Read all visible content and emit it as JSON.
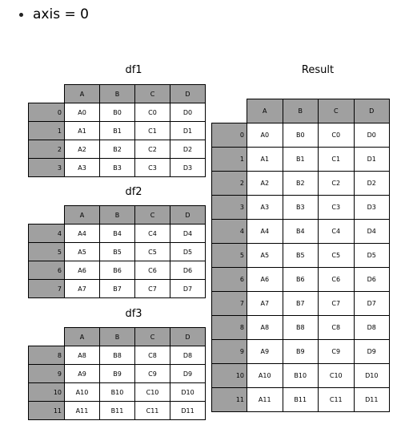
{
  "bullet": {
    "text": "axis = 0"
  },
  "columns": [
    "A",
    "B",
    "C",
    "D"
  ],
  "df1": {
    "title": "df1",
    "rows": [
      {
        "index": "0",
        "values": [
          "A0",
          "B0",
          "C0",
          "D0"
        ]
      },
      {
        "index": "1",
        "values": [
          "A1",
          "B1",
          "C1",
          "D1"
        ]
      },
      {
        "index": "2",
        "values": [
          "A2",
          "B2",
          "C2",
          "D2"
        ]
      },
      {
        "index": "3",
        "values": [
          "A3",
          "B3",
          "C3",
          "D3"
        ]
      }
    ]
  },
  "df2": {
    "title": "df2",
    "rows": [
      {
        "index": "4",
        "values": [
          "A4",
          "B4",
          "C4",
          "D4"
        ]
      },
      {
        "index": "5",
        "values": [
          "A5",
          "B5",
          "C5",
          "D5"
        ]
      },
      {
        "index": "6",
        "values": [
          "A6",
          "B6",
          "C6",
          "D6"
        ]
      },
      {
        "index": "7",
        "values": [
          "A7",
          "B7",
          "C7",
          "D7"
        ]
      }
    ]
  },
  "df3": {
    "title": "df3",
    "rows": [
      {
        "index": "8",
        "values": [
          "A8",
          "B8",
          "C8",
          "D8"
        ]
      },
      {
        "index": "9",
        "values": [
          "A9",
          "B9",
          "C9",
          "D9"
        ]
      },
      {
        "index": "10",
        "values": [
          "A10",
          "B10",
          "C10",
          "D10"
        ]
      },
      {
        "index": "11",
        "values": [
          "A11",
          "B11",
          "C11",
          "D11"
        ]
      }
    ]
  },
  "result": {
    "title": "Result",
    "rows": [
      {
        "index": "0",
        "values": [
          "A0",
          "B0",
          "C0",
          "D0"
        ]
      },
      {
        "index": "1",
        "values": [
          "A1",
          "B1",
          "C1",
          "D1"
        ]
      },
      {
        "index": "2",
        "values": [
          "A2",
          "B2",
          "C2",
          "D2"
        ]
      },
      {
        "index": "3",
        "values": [
          "A3",
          "B3",
          "C3",
          "D3"
        ]
      },
      {
        "index": "4",
        "values": [
          "A4",
          "B4",
          "C4",
          "D4"
        ]
      },
      {
        "index": "5",
        "values": [
          "A5",
          "B5",
          "C5",
          "D5"
        ]
      },
      {
        "index": "6",
        "values": [
          "A6",
          "B6",
          "C6",
          "D6"
        ]
      },
      {
        "index": "7",
        "values": [
          "A7",
          "B7",
          "C7",
          "D7"
        ]
      },
      {
        "index": "8",
        "values": [
          "A8",
          "B8",
          "C8",
          "D8"
        ]
      },
      {
        "index": "9",
        "values": [
          "A9",
          "B9",
          "C9",
          "D9"
        ]
      },
      {
        "index": "10",
        "values": [
          "A10",
          "B10",
          "C10",
          "D10"
        ]
      },
      {
        "index": "11",
        "values": [
          "A11",
          "B11",
          "C11",
          "D11"
        ]
      }
    ]
  },
  "colors": {
    "header_fill": "#a0a0a0",
    "cell_fill": "#ffffff",
    "border": "#000000"
  }
}
